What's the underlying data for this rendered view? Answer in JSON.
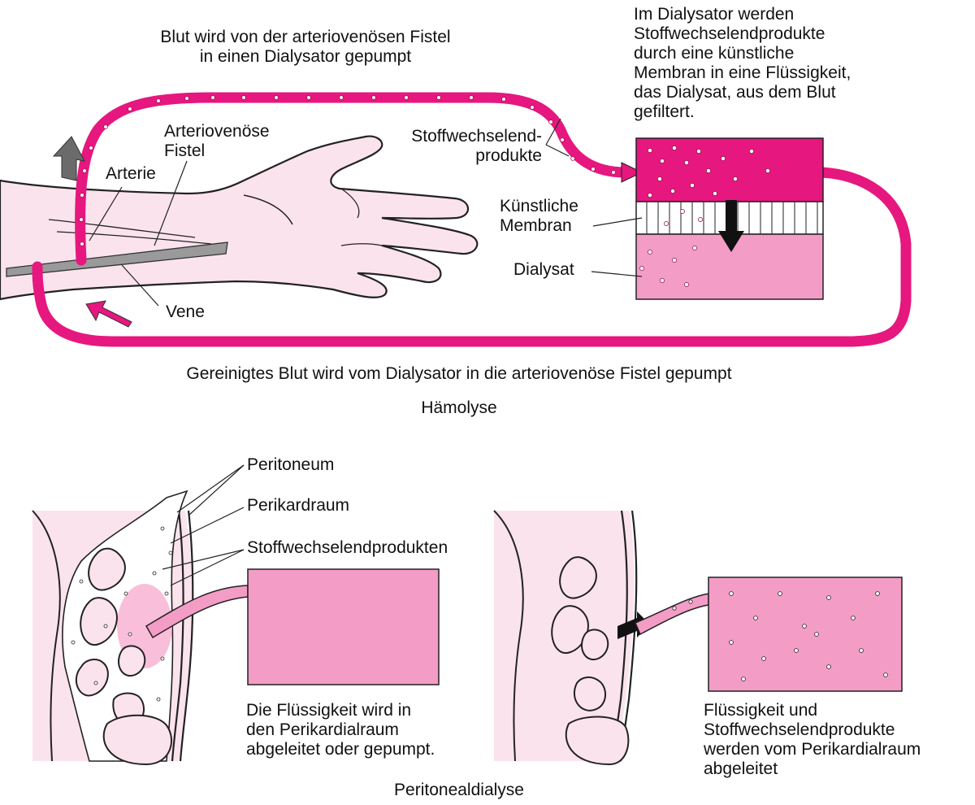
{
  "colors": {
    "tube": "#e6177f",
    "skin": "#fbe3ee",
    "dialysate": "#f39cc6",
    "pink_fill": "#f7a8cc",
    "outline": "#222222",
    "arrow_gray": "#6b6b6b"
  },
  "top": {
    "pump_label_line1": "Blut wird von der arteriovenösen Fistel",
    "pump_label_line2": "in einen Dialysator gepumpt",
    "dialyzer_desc": [
      "Im Dialysator werden",
      "Stoffwechselendprodukte",
      "durch eine künstliche",
      "Membran in eine Flüssigkeit,",
      "das Dialysat, aus dem Blut",
      "gefiltert."
    ],
    "fistula_line1": "Arteriovenöse",
    "fistula_line2": "Fistel",
    "artery": "Arterie",
    "vein": "Vene",
    "waste_line1": "Stoffwechselend-",
    "waste_line2": "produkte",
    "membrane_line1": "Künstliche",
    "membrane_line2": "Membran",
    "dialysate": "Dialysat",
    "return_label": "Gereinigtes Blut wird vom Dialysator in die arteriovenöse Fistel gepumpt",
    "caption": "Hämolyse"
  },
  "bottom": {
    "peritoneum": "Peritoneum",
    "pericardium": "Perikardraum",
    "waste": "Stoffwechselendprodukten",
    "left_desc": [
      "Die Flüssigkeit wird in",
      "den Perikardialraum",
      "abgeleitet oder gepumpt."
    ],
    "right_desc": [
      "Flüssigkeit und",
      "Stoffwechselendprodukte",
      "werden vom Perikardialraum",
      "abgeleitet"
    ],
    "caption": "Peritonealdialyse"
  }
}
